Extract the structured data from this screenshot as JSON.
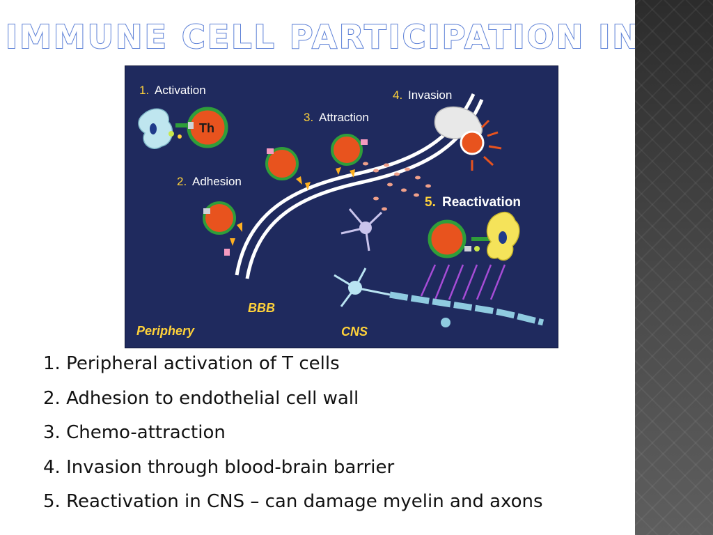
{
  "slide": {
    "title": "Immune Cell Participation in MS"
  },
  "figure": {
    "labels": {
      "activation_num": "1.",
      "activation": "Activation",
      "adhesion_num": "2.",
      "adhesion": "Adhesion",
      "attraction_num": "3.",
      "attraction": "Attraction",
      "invasion_num": "4.",
      "invasion": "Invasion",
      "reactivation_num": "5.",
      "reactivation": "Reactivation",
      "th": "Th",
      "bbb": "BBB",
      "periphery": "Periphery",
      "cns": "CNS"
    },
    "colors": {
      "background": "#1f2a5e",
      "t_cell": "#e8531e",
      "t_cell_ring": "#2f9e3a",
      "antigen_cell": "#bfe6ef",
      "barrier": "#ffffff",
      "label_accent": "#ffd23a"
    }
  },
  "steps": [
    "1. Peripheral activation of T cells",
    "2. Adhesion to endothelial cell wall",
    "3. Chemo-attraction",
    "4. Invasion through blood-brain barrier",
    "5. Reactivation in CNS – can damage myelin and axons"
  ]
}
